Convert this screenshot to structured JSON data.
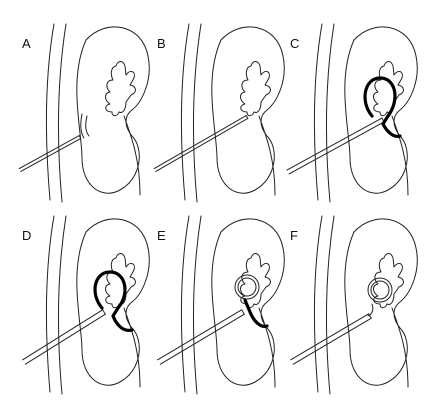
{
  "figure": {
    "panels": [
      {
        "label": "A",
        "stage": "needle"
      },
      {
        "label": "B",
        "stage": "needle-deep"
      },
      {
        "label": "C",
        "stage": "wire-loop"
      },
      {
        "label": "D",
        "stage": "wire-loop-catheter"
      },
      {
        "label": "E",
        "stage": "catheter-loop"
      },
      {
        "label": "F",
        "stage": "catheter-coiled"
      }
    ],
    "colors": {
      "line": "#222222",
      "wire": "#000000",
      "background": "#ffffff"
    }
  }
}
